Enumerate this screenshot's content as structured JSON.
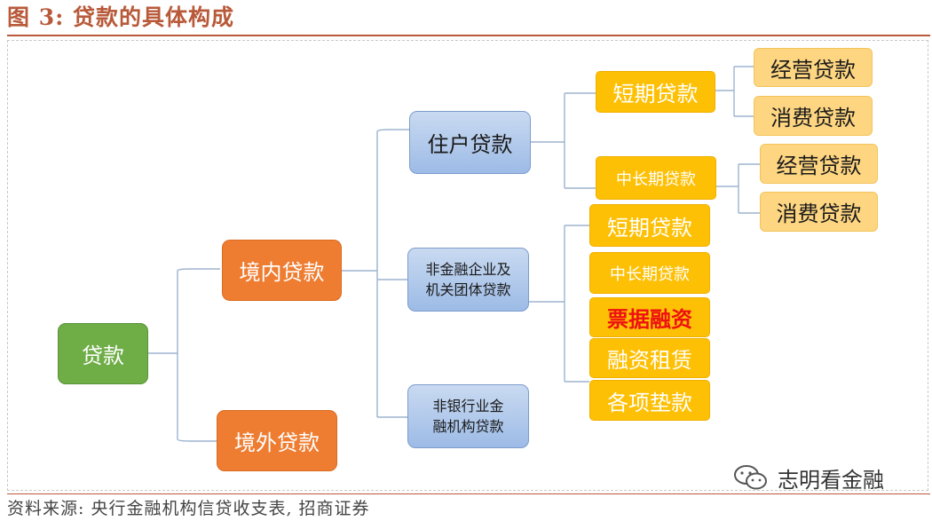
{
  "title": "图 3:  贷款的具体构成",
  "source": "资料来源:  央行金融机构信贷收支表,  招商证券",
  "watermark": "志明看金融",
  "icons": {
    "watermark": "wechat-icon"
  },
  "colors": {
    "title": "#b85a3a",
    "root": "#6fad47",
    "level1": "#ee7d31",
    "level2": "#9dbbe6",
    "level3": "#fec004",
    "level4": "#fed682",
    "highlight_text": "#ee1111"
  },
  "tree": {
    "root": "贷款",
    "domestic": {
      "label": "境内贷款",
      "household": {
        "label": "住户贷款",
        "short_term": {
          "label": "短期贷款",
          "children": [
            "经营贷款",
            "消费贷款"
          ]
        },
        "mid_long_term": {
          "label": "中长期贷款",
          "children": [
            "经营贷款",
            "消费贷款"
          ]
        }
      },
      "enterprise": {
        "label_line1": "非金融企业及",
        "label_line2": "机关团体贷款",
        "children": [
          "短期贷款",
          "中长期贷款",
          "票据融资",
          "融资租赁",
          "各项垫款"
        ]
      },
      "nonbank": {
        "label_line1": "非银行业金",
        "label_line2": "融机构贷款"
      }
    },
    "overseas": {
      "label": "境外贷款"
    }
  }
}
